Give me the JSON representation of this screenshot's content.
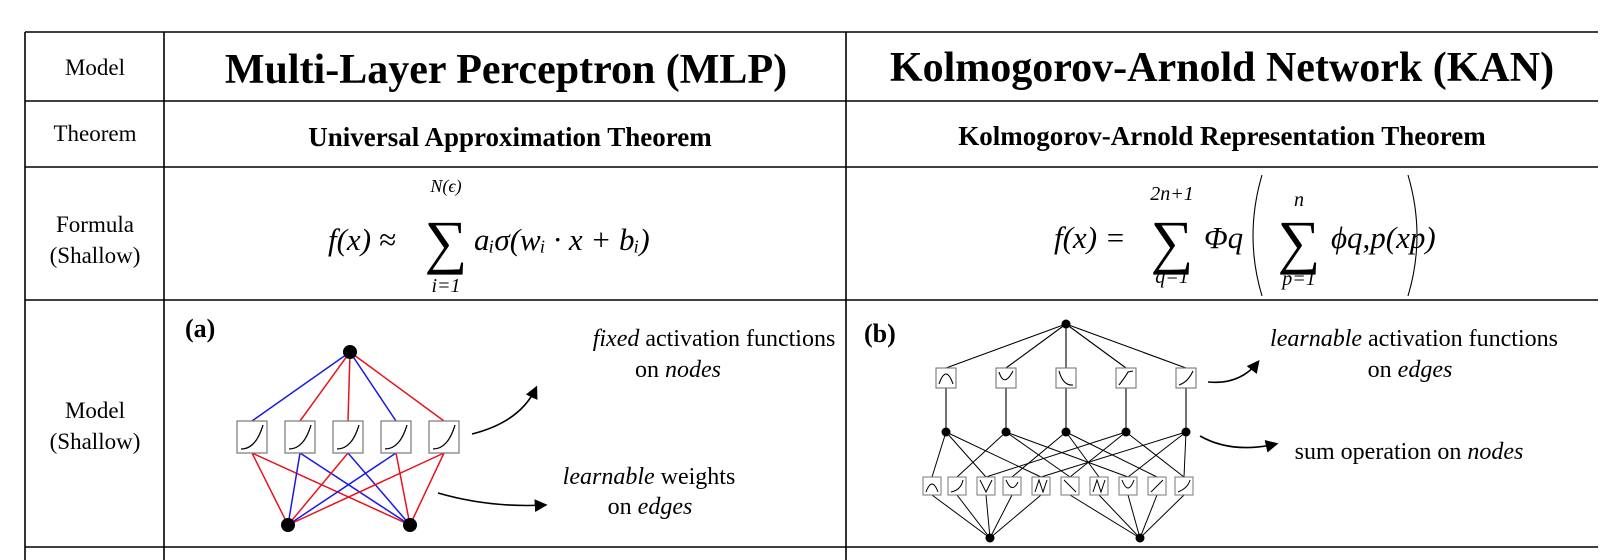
{
  "table": {
    "row_labels": {
      "model": "Model",
      "theorem": "Theorem",
      "formula_1": "Formula",
      "formula_2": "(Shallow)",
      "model_shallow_1": "Model",
      "model_shallow_2": "(Shallow)"
    },
    "mlp": {
      "title": "Multi-Layer Perceptron (MLP)",
      "theorem": "Universal Approximation Theorem",
      "formula": {
        "lhs": "f(x) ≈",
        "sum_top": "N(ϵ)",
        "sum_bottom": "i=1",
        "rhs": "aᵢσ(wᵢ · x + bᵢ)"
      },
      "panel_label": "(a)",
      "annotation_nodes": {
        "em": "fixed",
        "rest": " activation functions",
        "line2_pre": "on ",
        "line2_em": "nodes"
      },
      "annotation_edges": {
        "em": "learnable",
        "rest": " weights",
        "line2_pre": "on ",
        "line2_em": "edges"
      }
    },
    "kan": {
      "title": "Kolmogorov-Arnold Network (KAN)",
      "theorem": "Kolmogorov-Arnold Representation Theorem",
      "formula": {
        "lhs": "f(x) =",
        "outer_top": "2n+1",
        "outer_bottom": "q=1",
        "outer_fn": "Φq",
        "inner_top": "n",
        "inner_bottom": "p=1",
        "inner_fn": "ϕq,p(xp)"
      },
      "panel_label": "(b)",
      "annotation_edges": {
        "em": "learnable",
        "rest": " activation functions",
        "line2_pre": "on ",
        "line2_em": "edges"
      },
      "annotation_nodes": {
        "pre": "sum operation on ",
        "em": "nodes"
      }
    }
  },
  "colors": {
    "positive_weight": "#e8141c",
    "negative_weight": "#1a1ae6"
  }
}
